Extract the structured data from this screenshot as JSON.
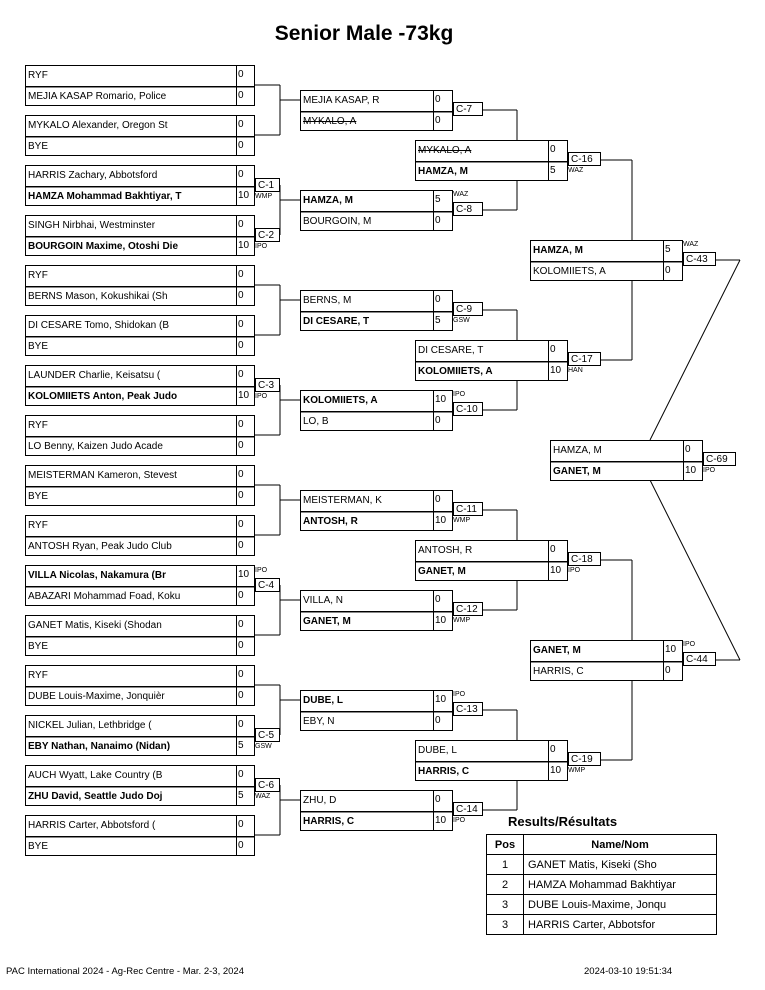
{
  "title": "Senior Male -73kg",
  "round1": [
    {
      "top": {
        "name": "RYF",
        "score": "0"
      },
      "bottom": {
        "name": "MEJIA KASAP Romario, Police",
        "score": "0"
      }
    },
    {
      "top": {
        "name": "MYKALO Alexander, Oregon St",
        "score": "0"
      },
      "bottom": {
        "name": "BYE",
        "score": "0"
      }
    },
    {
      "top": {
        "name": "HARRIS Zachary, Abbotsford",
        "score": "0"
      },
      "bottom": {
        "name": "HAMZA Mohammad Bakhtiyar, T",
        "score": "10"
      },
      "match": "C-1",
      "wtype": "WMP"
    },
    {
      "top": {
        "name": "SINGH Nirbhai, Westminster",
        "score": "0"
      },
      "bottom": {
        "name": "BOURGOIN Maxime, Otoshi Die",
        "score": "10"
      },
      "match": "C-2",
      "wtype": "IPO"
    },
    {
      "top": {
        "name": "RYF",
        "score": "0"
      },
      "bottom": {
        "name": "BERNS Mason, Kokushikai (Sh",
        "score": "0"
      }
    },
    {
      "top": {
        "name": "DI CESARE Tomo, Shidokan (B",
        "score": "0"
      },
      "bottom": {
        "name": "BYE",
        "score": "0"
      }
    },
    {
      "top": {
        "name": "LAUNDER Charlie, Keisatsu (",
        "score": "0"
      },
      "bottom": {
        "name": "KOLOMIIETS Anton, Peak Judo",
        "score": "10"
      },
      "match": "C-3",
      "wtype": "IPO"
    },
    {
      "top": {
        "name": "RYF",
        "score": "0"
      },
      "bottom": {
        "name": "LO Benny, Kaizen Judo Acade",
        "score": "0"
      }
    },
    {
      "top": {
        "name": "MEISTERMAN Kameron, Stevest",
        "score": "0"
      },
      "bottom": {
        "name": "BYE",
        "score": "0"
      }
    },
    {
      "top": {
        "name": "RYF",
        "score": "0"
      },
      "bottom": {
        "name": "ANTOSH Ryan, Peak Judo Club",
        "score": "0"
      }
    },
    {
      "top": {
        "name": "VILLA Nicolas, Nakamura (Br",
        "score": "10"
      },
      "bottom": {
        "name": "ABAZARI Mohammad Foad, Koku",
        "score": "0"
      },
      "match": "C-4",
      "wtype": "IPO",
      "wtop": true
    },
    {
      "top": {
        "name": "GANET Matis, Kiseki (Shodan",
        "score": "0"
      },
      "bottom": {
        "name": "BYE",
        "score": "0"
      }
    },
    {
      "top": {
        "name": "RYF",
        "score": "0"
      },
      "bottom": {
        "name": "DUBE Louis-Maxime, Jonquièr",
        "score": "0"
      }
    },
    {
      "top": {
        "name": "NICKEL Julian, Lethbridge (",
        "score": "0"
      },
      "bottom": {
        "name": "EBY Nathan, Nanaimo (Nidan)",
        "score": "5"
      },
      "match": "C-5",
      "wtype": "GSW"
    },
    {
      "top": {
        "name": "AUCH Wyatt, Lake Country (B",
        "score": "0"
      },
      "bottom": {
        "name": "ZHU David, Seattle Judo Doj",
        "score": "5"
      },
      "match": "C-6",
      "wtype": "WAZ"
    },
    {
      "top": {
        "name": "HARRIS Carter, Abbotsford (",
        "score": "0"
      },
      "bottom": {
        "name": "BYE",
        "score": "0"
      }
    }
  ],
  "round2": [
    {
      "top": {
        "name": "MEJIA KASAP, R",
        "score": "0"
      },
      "bottom": {
        "name": "MYKALO, A",
        "score": "0"
      },
      "match": "C-7"
    },
    {
      "top": {
        "name": "HAMZA, M",
        "score": "5"
      },
      "bottom": {
        "name": "BOURGOIN, M",
        "score": "0"
      },
      "match": "C-8",
      "wtype": "WAZ",
      "wtop": true
    },
    {
      "top": {
        "name": "BERNS, M",
        "score": "0"
      },
      "bottom": {
        "name": "DI CESARE, T",
        "score": "5"
      },
      "match": "C-9",
      "wtype": "GSW"
    },
    {
      "top": {
        "name": "KOLOMIIETS, A",
        "score": "10"
      },
      "bottom": {
        "name": "LO, B",
        "score": "0"
      },
      "match": "C-10",
      "wtype": "IPO",
      "wtop": true
    },
    {
      "top": {
        "name": "MEISTERMAN, K",
        "score": "0"
      },
      "bottom": {
        "name": "ANTOSH, R",
        "score": "10"
      },
      "match": "C-11",
      "wtype": "WMP"
    },
    {
      "top": {
        "name": "VILLA, N",
        "score": "0"
      },
      "bottom": {
        "name": "GANET, M",
        "score": "10"
      },
      "match": "C-12",
      "wtype": "WMP"
    },
    {
      "top": {
        "name": "DUBE, L",
        "score": "10"
      },
      "bottom": {
        "name": "EBY, N",
        "score": "0"
      },
      "match": "C-13",
      "wtype": "IPO",
      "wtop": true
    },
    {
      "top": {
        "name": "ZHU, D",
        "score": "0"
      },
      "bottom": {
        "name": "HARRIS, C",
        "score": "10"
      },
      "match": "C-14",
      "wtype": "IPO"
    }
  ],
  "round3": [
    {
      "top": {
        "name": "MYKALO, A",
        "score": "0"
      },
      "bottom": {
        "name": "HAMZA, M",
        "score": "5"
      },
      "match": "C-16",
      "wtype": "WAZ"
    },
    {
      "top": {
        "name": "DI CESARE, T",
        "score": "0"
      },
      "bottom": {
        "name": "KOLOMIIETS, A",
        "score": "10"
      },
      "match": "C-17",
      "wtype": "HAN"
    },
    {
      "top": {
        "name": "ANTOSH, R",
        "score": "0"
      },
      "bottom": {
        "name": "GANET, M",
        "score": "10"
      },
      "match": "C-18",
      "wtype": "IPO"
    },
    {
      "top": {
        "name": "DUBE, L",
        "score": "0"
      },
      "bottom": {
        "name": "HARRIS, C",
        "score": "10"
      },
      "match": "C-19",
      "wtype": "WMP"
    }
  ],
  "round4": [
    {
      "top": {
        "name": "HAMZA, M",
        "score": "5"
      },
      "bottom": {
        "name": "KOLOMIIETS, A",
        "score": "0"
      },
      "match": "C-43",
      "wtype": "WAZ",
      "wtop": true
    },
    {
      "top": {
        "name": "GANET, M",
        "score": "10"
      },
      "bottom": {
        "name": "HARRIS, C",
        "score": "0"
      },
      "match": "C-44",
      "wtype": "IPO",
      "wtop": true
    }
  ],
  "final": {
    "top": {
      "name": "HAMZA, M",
      "score": "0"
    },
    "bottom": {
      "name": "GANET, M",
      "score": "10"
    },
    "match": "C-69",
    "wtype": "IPO"
  },
  "results": {
    "title": "Results/Résultats",
    "headers": [
      "Pos",
      "Name/Nom"
    ],
    "rows": [
      {
        "pos": "1",
        "name": "GANET Matis, Kiseki (Sho"
      },
      {
        "pos": "2",
        "name": "HAMZA Mohammad Bakhtiyar"
      },
      {
        "pos": "3",
        "name": "DUBE Louis-Maxime, Jonqu"
      },
      {
        "pos": "3",
        "name": "HARRIS Carter, Abbotsfor"
      }
    ]
  },
  "footer": {
    "event": "PAC International 2024 - Ag-Rec Centre - Mar. 2-3, 2024",
    "timestamp": "2024-03-10 19:51:34"
  }
}
